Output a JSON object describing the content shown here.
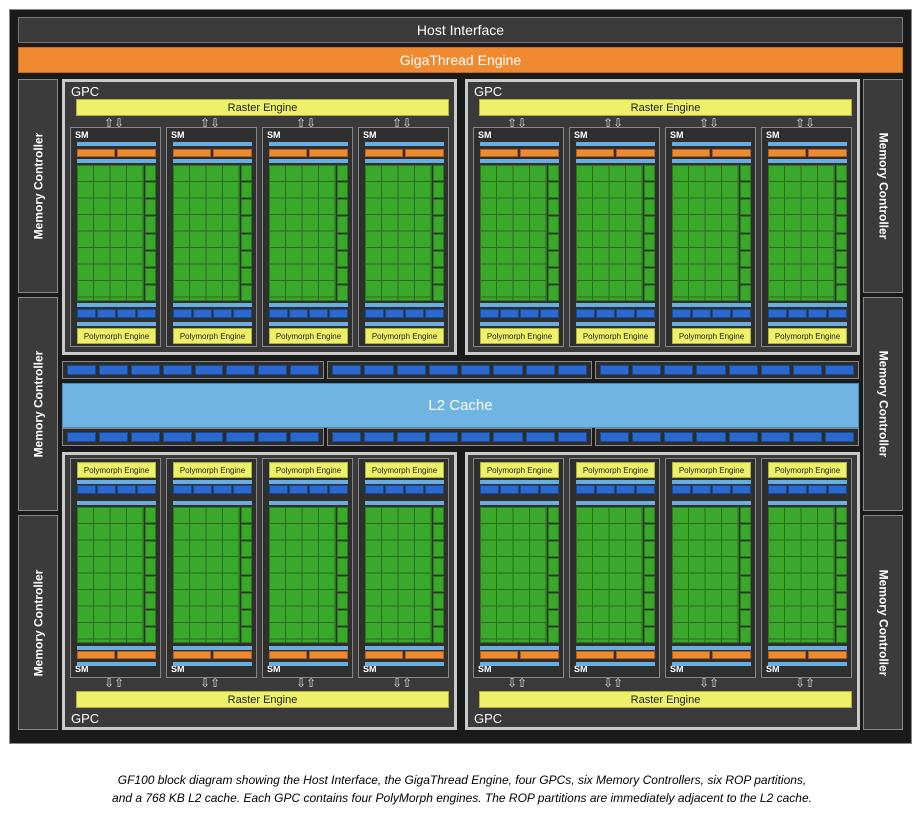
{
  "host_interface": "Host Interface",
  "gigathread_engine": "GigaThread Engine",
  "memory_controller": "Memory Controller",
  "l2_cache": "L2 Cache",
  "gpc_label": "GPC",
  "raster_engine": "Raster Engine",
  "sm_label": "SM",
  "polymorph_engine": "Polymorph Engine",
  "caption_line1": "GF100 block diagram showing the Host Interface, the GigaThread Engine, four GPCs, six Memory Controllers, six ROP partitions,",
  "caption_line2": "and a 768 KB L2 cache. Each GPC contains four PolyMorph engines. The ROP partitions are immediately adjacent to the L2 cache.",
  "colors": {
    "background": "#1a1a1a",
    "gigathread": "#f08a30",
    "l2_cache": "#70b4e2",
    "raster_polymorph": "#eef06a",
    "cuda_cores": "#3aa82a",
    "rop_units": "#2a6ad0"
  }
}
